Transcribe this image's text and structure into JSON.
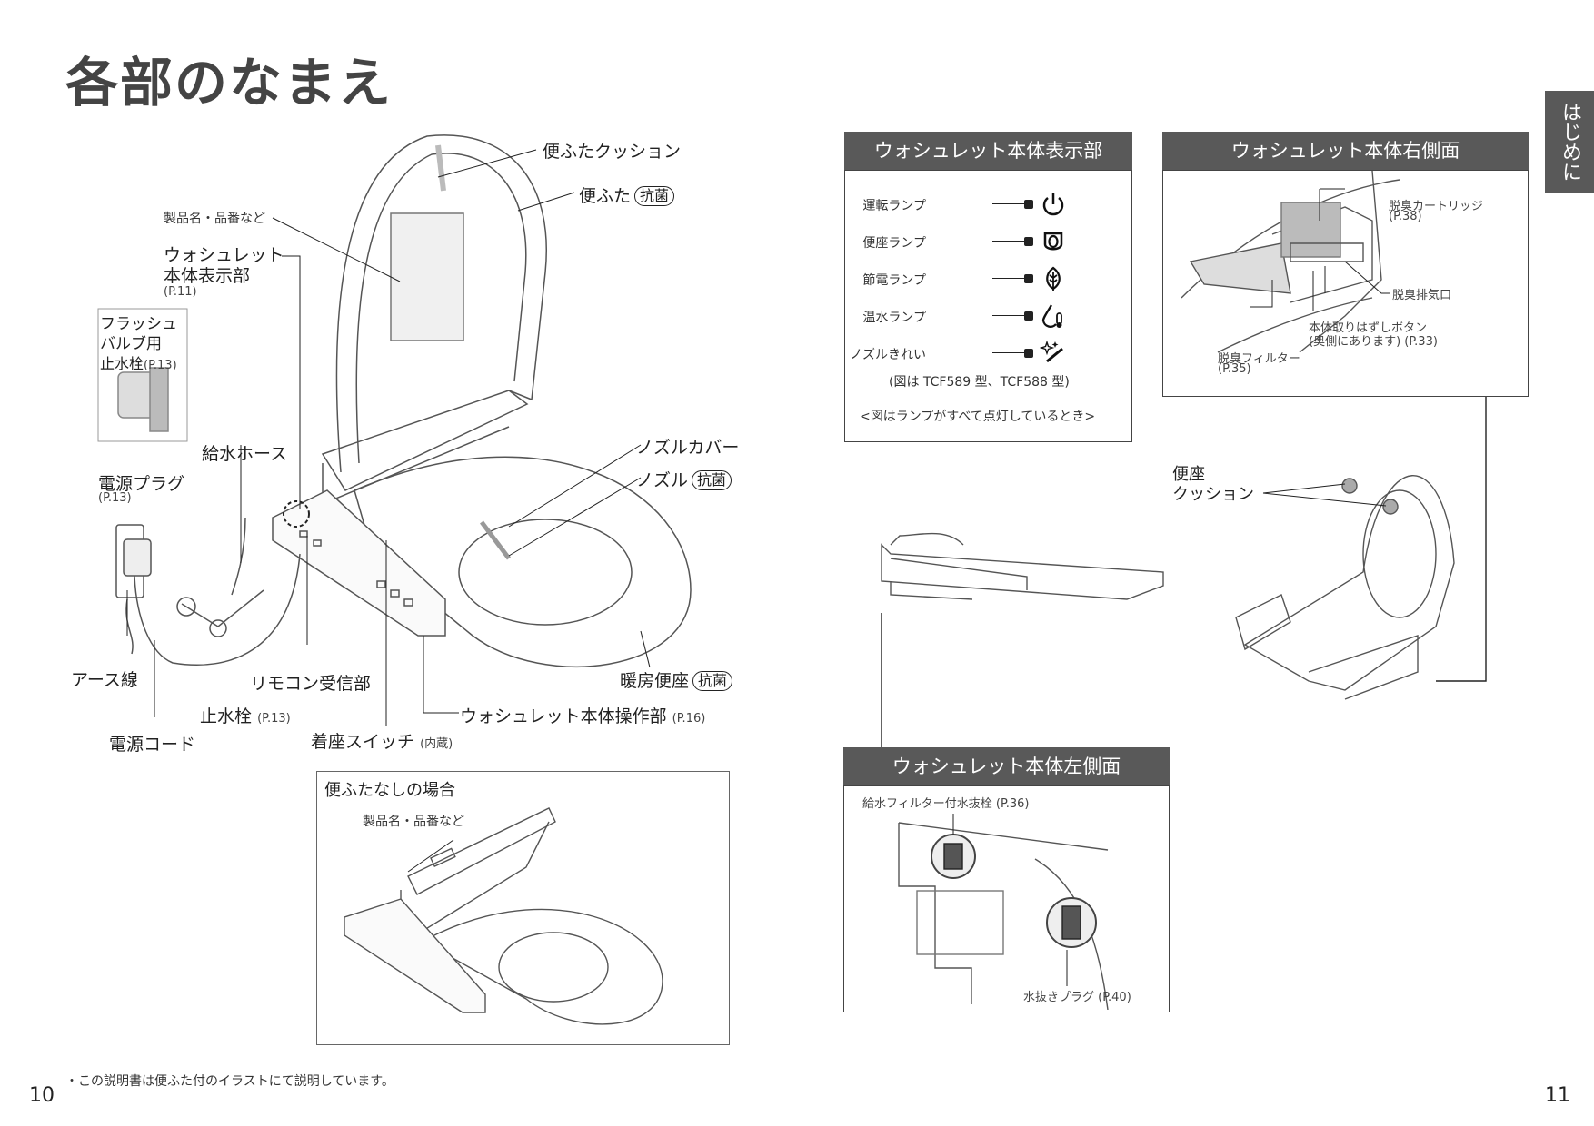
{
  "page": {
    "title": "各部のなまえ",
    "side_tab": "はじめに",
    "page_left": "10",
    "page_right": "11",
    "footnote": "・この説明書は便ふた付のイラストにて説明しています。"
  },
  "badge": "抗菌",
  "left": {
    "lid_cushion": "便ふたクッション",
    "lid": "便ふた",
    "product_name": "製品名・品番など",
    "display_title_1": "ウォシュレット",
    "display_title_2": "本体表示部",
    "display_ref": "(P.11)",
    "flush_1": "フラッシュ",
    "flush_2": "バルブ用",
    "flush_3": "止水栓",
    "flush_ref": "(P.13)",
    "supply_hose": "給水ホース",
    "power_plug": "電源プラグ",
    "power_plug_ref": "(P.13)",
    "nozzle_cover": "ノズルカバー",
    "nozzle": "ノズル",
    "earth_wire": "アース線",
    "remote_receiver": "リモコン受信部",
    "heated_seat": "暖房便座",
    "stop_valve": "止水栓",
    "stop_valve_ref": "(P.13)",
    "operation_panel": "ウォシュレット本体操作部",
    "operation_ref": "(P.16)",
    "power_cord": "電源コード",
    "seat_switch": "着座スイッチ",
    "seat_switch_note": "(内蔵)"
  },
  "nolid": {
    "heading": "便ふたなしの場合",
    "product_name": "製品名・品番など"
  },
  "display_panel": {
    "heading": "ウォシュレット本体表示部",
    "lamps": [
      {
        "label": "運転ランプ",
        "icon": "power-icon"
      },
      {
        "label": "便座ランプ",
        "icon": "seat-icon"
      },
      {
        "label": "節電ランプ",
        "icon": "leaf-icon"
      },
      {
        "label": "温水ランプ",
        "icon": "water-thermometer-icon"
      },
      {
        "label": "ノズルきれい",
        "icon": "nozzle-sparkle-icon"
      }
    ],
    "model_note": "(図は TCF589 型、TCF588 型)",
    "lit_note": "<図はランプがすべて点灯しているとき>"
  },
  "right_side": {
    "heading": "ウォシュレット本体右側面",
    "deodorant_cartridge": "脱臭カートリッジ",
    "deodorant_cartridge_ref": "(P.38)",
    "exhaust": "脱臭排気口",
    "release_button_1": "本体取りはずしボタン",
    "release_button_2": "(奥側にあります) (P.33)",
    "deodorant_filter": "脱臭フィルター",
    "deodorant_filter_ref": "(P.35)"
  },
  "seat_cushion_1": "便座",
  "seat_cushion_2": "クッション",
  "left_side": {
    "heading": "ウォシュレット本体左側面",
    "drain_valve": "給水フィルター付水抜栓 (P.36)",
    "drain_plug": "水抜きプラグ (P.40)"
  },
  "colors": {
    "header": "#595959",
    "ink": "#222222",
    "outline": "#444444"
  }
}
